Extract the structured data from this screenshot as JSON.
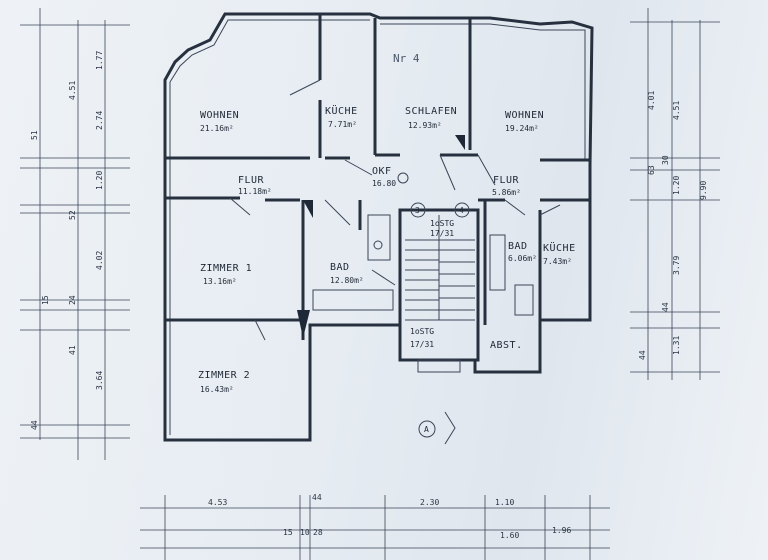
{
  "rooms": {
    "wohnen_left": {
      "name": "WOHNEN",
      "area": "21.16m²"
    },
    "kueche_top": {
      "name": "KÜCHE",
      "area": "7.71m²"
    },
    "schlafen": {
      "name": "SCHLAFEN",
      "area": "12.93m²"
    },
    "wohnen_right": {
      "name": "WOHNEN",
      "area": "19.24m²"
    },
    "flur_left": {
      "name": "FLUR",
      "area": "11.18m²"
    },
    "okf": {
      "name": "OKF",
      "area": "16.80"
    },
    "flur_right": {
      "name": "FLUR",
      "area": "5.86m²"
    },
    "zimmer1": {
      "name": "ZIMMER 1",
      "area": "13.16m²"
    },
    "bad_left": {
      "name": "BAD",
      "area": "12.80m²"
    },
    "bad_right": {
      "name": "BAD",
      "area": "6.06m²"
    },
    "kueche_right": {
      "name": "KÜCHE",
      "area": "7.43m²"
    },
    "zimmer2": {
      "name": "ZIMMER 2",
      "area": "16.43m²"
    },
    "abst": {
      "name": "ABST."
    }
  },
  "stair": {
    "upper": {
      "name": "1oSTG",
      "steps": "17/31"
    },
    "lower": {
      "name": "1oSTG",
      "steps": "17/31"
    }
  },
  "markers": {
    "m3": "3",
    "m4": "4",
    "section": "A",
    "note": "Nr 4"
  },
  "dims_left": [
    "4.51",
    "1.77",
    "2.74",
    "1.20",
    "4.02",
    "3.64",
    "51",
    "52",
    "15",
    "24",
    "41",
    "44"
  ],
  "dims_right": [
    "4.01",
    "4.51",
    "1.20",
    "9.90",
    "3.79",
    "1.31",
    "63",
    "30",
    "44",
    "44"
  ],
  "dims_bottom": [
    "4.53",
    "44",
    "2.30",
    "1.10",
    "1.60",
    "1.96",
    "15",
    "10",
    "28"
  ]
}
